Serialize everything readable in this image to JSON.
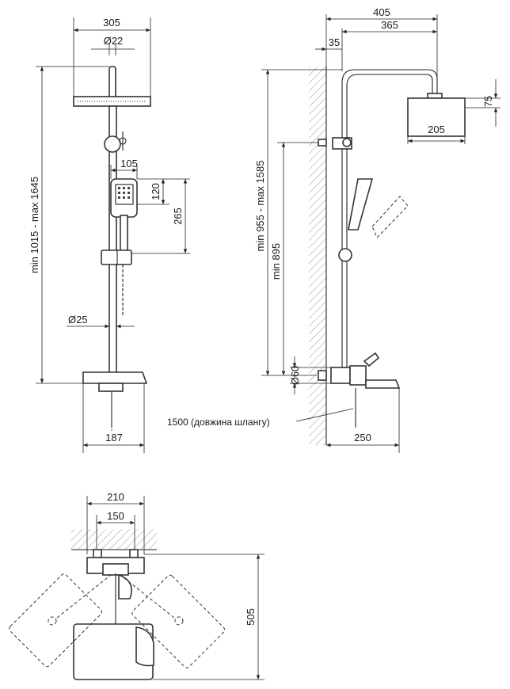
{
  "colors": {
    "line": "#222222",
    "hatch": "#9a9a9a",
    "background": "#ffffff"
  },
  "front_view": {
    "head_width": "305",
    "arm_diameter": "Ø22",
    "handshower_width": "105",
    "handshower_head_height": "120",
    "handshower_length": "265",
    "pipe_diameter": "Ø25",
    "height_range": "min 1015 - max 1645",
    "mixer_width": "187"
  },
  "side_view": {
    "total_depth": "405",
    "arm_reach": "365",
    "wall_offset": "35",
    "head_height": "75",
    "head_depth": "205",
    "height_range": "min 955 - max 1585",
    "min_height": "min 895",
    "inlet_diameter": "Ø60",
    "hose_note": "1500 (довжина шлангу)",
    "spout_length": "250"
  },
  "top_view": {
    "mixer_width": "210",
    "inlet_spacing": "150",
    "rotation_depth": "505"
  }
}
